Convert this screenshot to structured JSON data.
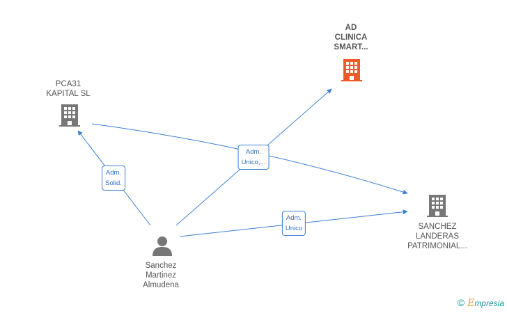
{
  "nodes": {
    "ad_clinica": {
      "lines": [
        "AD",
        "CLINICA",
        "SMART..."
      ],
      "icon": "building-icon",
      "color": "#f05a28"
    },
    "pca31": {
      "lines": [
        "PCA31",
        "KAPITAL SL"
      ],
      "icon": "building-icon",
      "color": "#777777"
    },
    "sanchez_landeras": {
      "lines": [
        "SANCHEZ",
        "LANDERAS",
        "PATRIMONIAL..."
      ],
      "icon": "building-icon",
      "color": "#777777"
    },
    "person": {
      "lines": [
        "Sanchez",
        "Martinez",
        "Almudena"
      ],
      "icon": "person-icon",
      "color": "#777777"
    }
  },
  "edges": {
    "to_pca31": {
      "lines": [
        "Adm.",
        "Solid."
      ]
    },
    "to_ad_clinica": {
      "lines": [
        "Adm.",
        "Unico,..."
      ]
    },
    "to_sanchez_landeras": {
      "lines": [
        "Adm.",
        "Unico"
      ]
    }
  },
  "watermark": {
    "copyright": "©",
    "brand_initial": "E",
    "brand_rest": "mpresia"
  },
  "colors": {
    "edge": "#3a7fd5",
    "highlight": "#f05a28",
    "node": "#777777"
  }
}
